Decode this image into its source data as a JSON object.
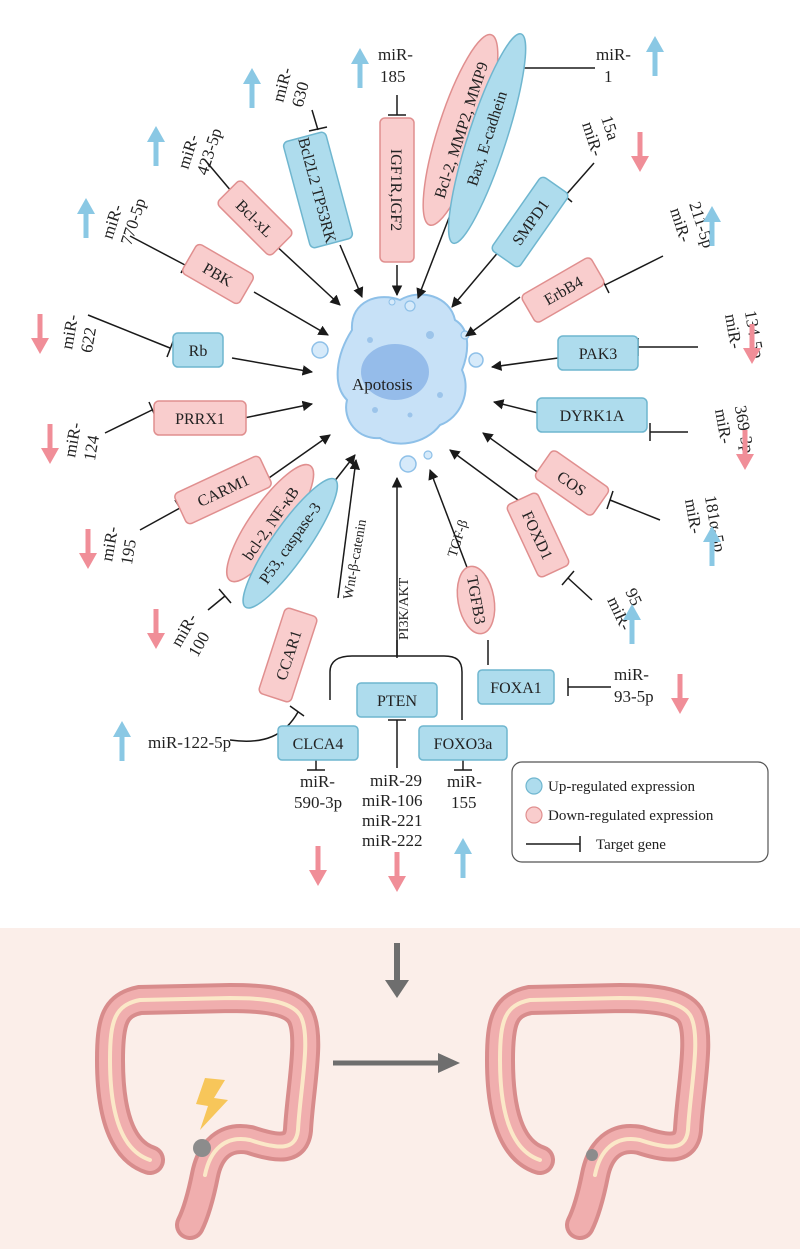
{
  "center_label": "Apotosis",
  "colors": {
    "up_fill": "#aedced",
    "up_stroke": "#6fb6cf",
    "down_fill": "#f9cdcd",
    "down_stroke": "#e08f8f",
    "up_arrow": "#8ac8e4",
    "down_arrow": "#f08e98",
    "line": "#1a1a1a",
    "bottom_bg": "#fbeee9",
    "cell": "#bcdcf5",
    "cell_stroke": "#8ec0e8"
  },
  "radial_items": [
    {
      "gene": "IGF1R,IGF2",
      "shape": "rect",
      "type": "down",
      "mirna": [
        "miR-",
        "185"
      ],
      "arrow": "up"
    },
    {
      "gene": "Bcl2L2 TP53RK",
      "shape": "rect",
      "type": "up",
      "mirna": [
        "miR-",
        "630"
      ],
      "arrow": "up"
    },
    {
      "gene": "Bcl-xL",
      "shape": "rect",
      "type": "down",
      "mirna": [
        "miR-",
        "423-5p"
      ],
      "arrow": "up"
    },
    {
      "gene": "PBK",
      "shape": "rect",
      "type": "down",
      "mirna": [
        "miR-",
        "770-5p"
      ],
      "arrow": "up"
    },
    {
      "gene": "Rb",
      "shape": "rect",
      "type": "up",
      "mirna": [
        "miR-",
        "622"
      ],
      "arrow": "down"
    },
    {
      "gene": "PRRX1",
      "shape": "rect",
      "type": "down",
      "mirna": [
        "miR-",
        "124"
      ],
      "arrow": "down"
    },
    {
      "gene": "CARM1",
      "shape": "rect",
      "type": "down",
      "mirna": [
        "miR-",
        "195"
      ],
      "arrow": "down"
    },
    {
      "gene": "SMPD1",
      "shape": "rect",
      "type": "up",
      "mirna": [
        "miR-",
        "15a"
      ],
      "arrow": "down"
    },
    {
      "gene": "ErbB4",
      "shape": "rect",
      "type": "down",
      "mirna": [
        "miR-",
        "211-5p"
      ],
      "arrow": "up"
    },
    {
      "gene": "PAK3",
      "shape": "rect",
      "type": "up",
      "mirna": [
        "miR-",
        "134-5p"
      ],
      "arrow": "down"
    },
    {
      "gene": "DYRK1A",
      "shape": "rect",
      "type": "up",
      "mirna": [
        "miR-",
        "369-3p"
      ],
      "arrow": "down"
    },
    {
      "gene": "COS",
      "shape": "rect",
      "type": "down",
      "mirna": [
        "miR-",
        "181α-5p"
      ],
      "arrow": "up"
    },
    {
      "gene": "FOXD1",
      "shape": "rect",
      "type": "down",
      "mirna": [
        "miR-",
        "95"
      ],
      "arrow": "up"
    }
  ],
  "ellipse_pairs": [
    {
      "outer": "Bcl-2, MMP2, MMP9",
      "inner": "Bax, E-cadhein",
      "mirna": [
        "miR-",
        "1"
      ],
      "arrow": "up"
    },
    {
      "outer": "bcl-2, NF-κB",
      "inner": "P53, caspase-3",
      "mirna": [
        "miR-",
        "100"
      ],
      "arrow": "down"
    }
  ],
  "pathways": {
    "wnt": "Wnt-β-catenin",
    "pi3k": "PI3K/AKT",
    "tgf": "TGF-β"
  },
  "lower_genes": {
    "ccar1": {
      "gene": "CCAR1",
      "mirna": "miR-122-5p",
      "arrow": "up"
    },
    "tgfb3": {
      "gene": "TGFB3"
    },
    "foxa1": {
      "gene": "FOXA1",
      "mirna": [
        "miR-",
        "93-5p"
      ],
      "arrow": "down"
    },
    "pten": {
      "gene": "PTEN",
      "mirna": [
        "miR-29",
        "miR-106",
        "miR-221",
        "miR-222"
      ],
      "arrow": "down"
    },
    "clca4": {
      "gene": "CLCA4",
      "mirna": [
        "miR-",
        "590-3p"
      ],
      "arrow": "down"
    },
    "foxo3a": {
      "gene": "FOXO3a",
      "mirna": [
        "miR-",
        "155"
      ],
      "arrow": "up"
    }
  },
  "legend": {
    "up": "Up-regulated expression",
    "down": "Down-regulated expression",
    "target": "Target gene"
  }
}
